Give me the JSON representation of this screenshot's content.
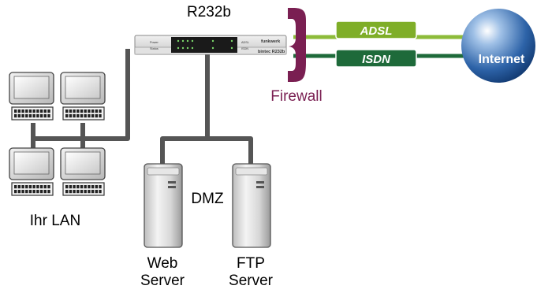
{
  "router": {
    "name": "R232b",
    "brand": "funkwerk",
    "model_label": "bintec R232b",
    "leds": [
      {
        "label": "Power"
      },
      {
        "label": "Status"
      },
      {
        "label": "ADSL"
      },
      {
        "label": "ISDN"
      }
    ]
  },
  "firewall": {
    "label": "Firewall",
    "color": "#7a1f52"
  },
  "links": [
    {
      "label": "ADSL",
      "color": "#7fae28",
      "line_color": "#8dbb3a"
    },
    {
      "label": "ISDN",
      "color": "#1e6a3a",
      "line_color": "#1e6a3a"
    }
  ],
  "internet": {
    "label": "Internet",
    "color": "#1d4f8f"
  },
  "lan": {
    "label": "Ihr LAN",
    "pc_count": 4
  },
  "dmz": {
    "label": "DMZ",
    "servers": [
      {
        "line1": "Web",
        "line2": "Server"
      },
      {
        "line1": "FTP",
        "line2": "Server"
      }
    ]
  },
  "cable_color": "#555555"
}
